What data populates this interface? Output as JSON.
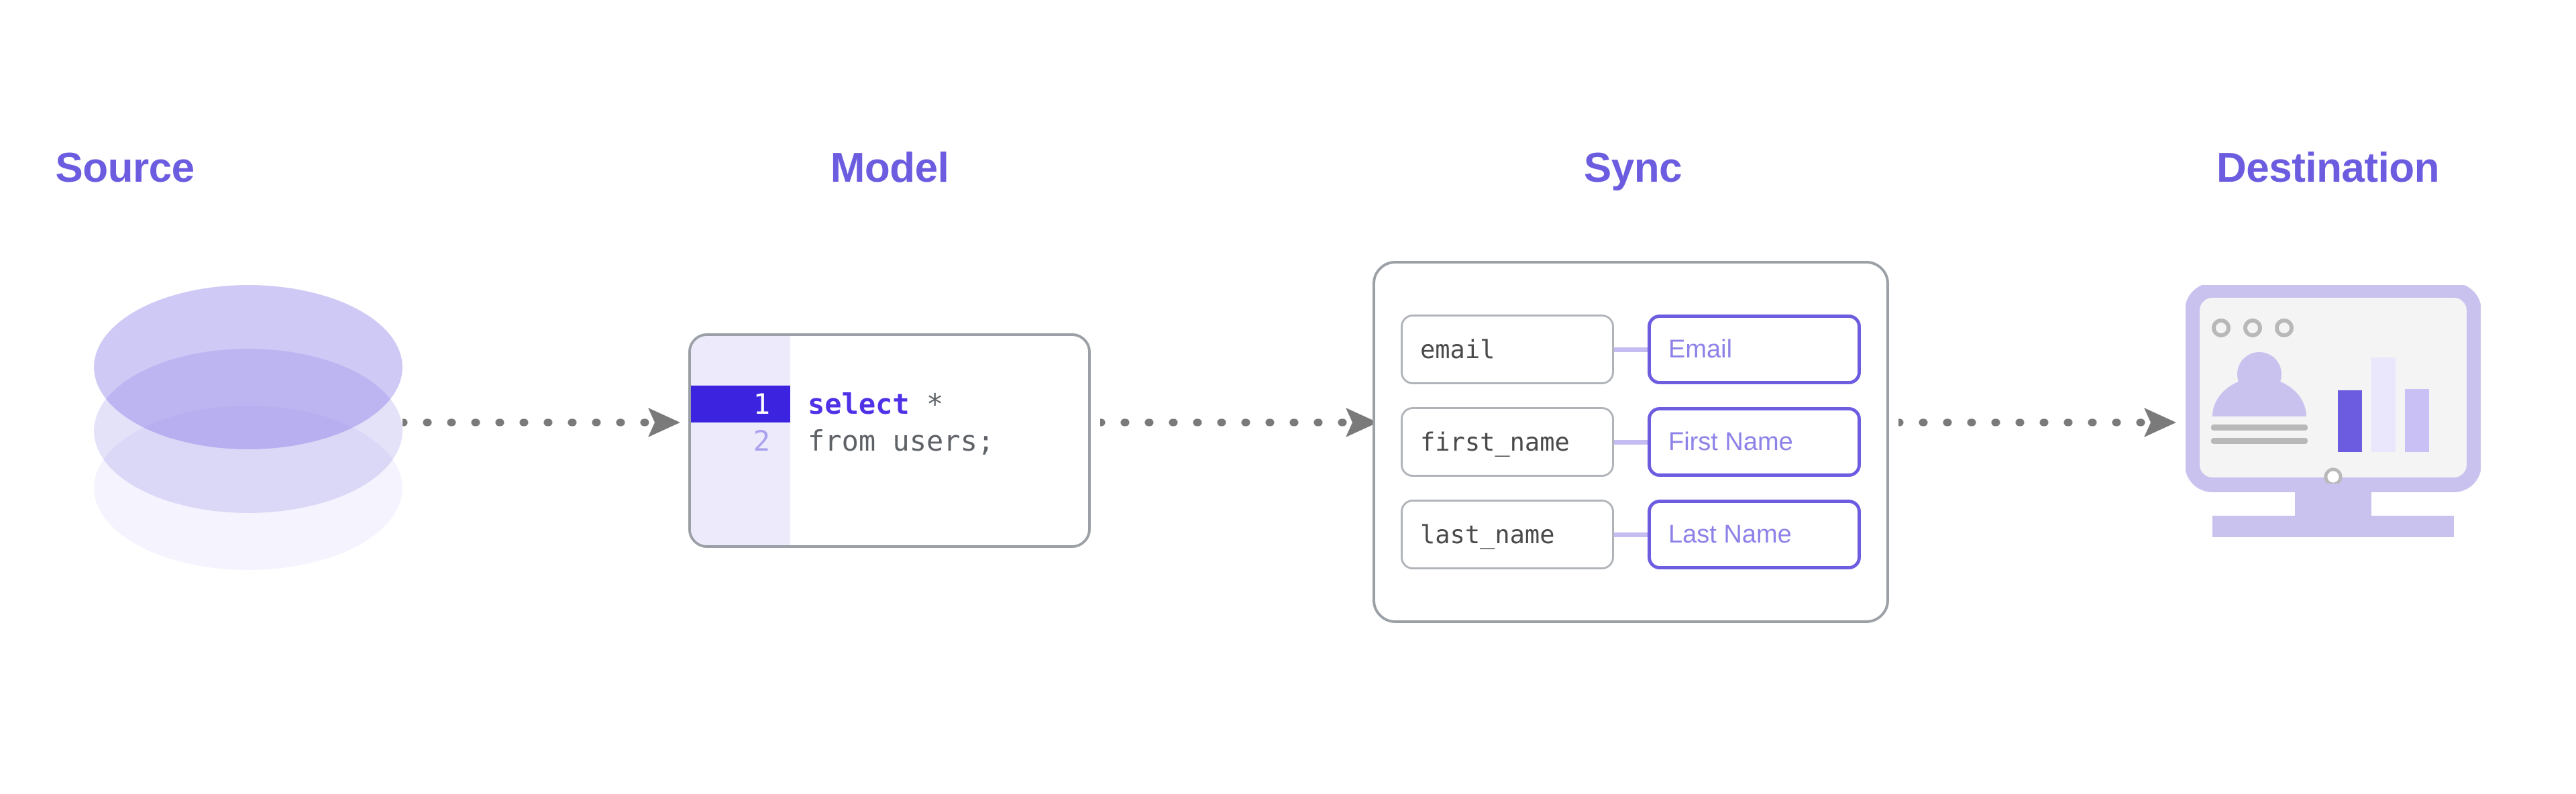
{
  "diagram": {
    "title": "Source to Destination data pipeline",
    "background": "#ffffff",
    "accent_color": "#6C5CE0",
    "accent_dark": "#4F32E8",
    "gutter_highlight": "#3B23E0",
    "connector_color": "#C5BDF2",
    "arrow_color": "#7a7a7a",
    "border_gray": "#9aa0a6"
  },
  "stages": {
    "source": {
      "label": "Source",
      "icon": "database-cylinder-icon"
    },
    "model": {
      "label": "Model",
      "icon": "code-editor-icon"
    },
    "sync": {
      "label": "Sync",
      "icon": "field-mapping-icon"
    },
    "destination": {
      "label": "Destination",
      "icon": "monitor-dashboard-icon"
    }
  },
  "model": {
    "lines": [
      {
        "number": "1",
        "highlighted": true,
        "keyword": "select",
        "rest": " *"
      },
      {
        "number": "2",
        "highlighted": false,
        "keyword": "",
        "rest": "from users;"
      }
    ],
    "line1_number": "1",
    "line2_number": "2",
    "line1_keyword": "select",
    "line1_operator": " *",
    "line2_text": "from users;"
  },
  "sync": {
    "mappings": [
      {
        "source_field": "email",
        "destination_field": "Email"
      },
      {
        "source_field": "first_name",
        "destination_field": "First Name"
      },
      {
        "source_field": "last_name",
        "destination_field": "Last Name"
      }
    ]
  },
  "destination": {
    "window_dots": 3,
    "avatar": "person-avatar-icon",
    "text_lines": 2,
    "chart_bars": [
      {
        "height_pct": 58,
        "color": "#6C5CE0"
      },
      {
        "height_pct": 100,
        "color": "#EAE6FB"
      },
      {
        "height_pct": 62,
        "color": "#C9C1F5"
      }
    ]
  },
  "connectors": [
    {
      "name": "source-to-model",
      "style": "dotted-arrow"
    },
    {
      "name": "model-to-sync",
      "style": "dotted-arrow"
    },
    {
      "name": "sync-to-destination",
      "style": "dotted-arrow"
    }
  ]
}
